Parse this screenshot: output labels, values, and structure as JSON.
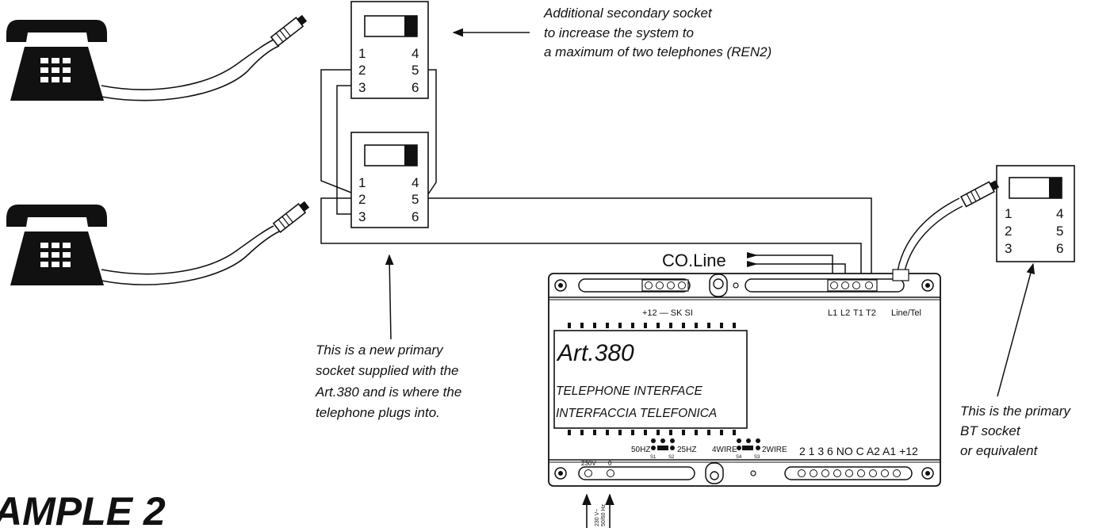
{
  "page_title": "AMPLE 2",
  "sockets": {
    "secondary": {
      "pins": [
        "1",
        "2",
        "3",
        "4",
        "5",
        "6"
      ]
    },
    "new_primary": {
      "pins": [
        "1",
        "2",
        "3",
        "4",
        "5",
        "6"
      ]
    },
    "bt_primary": {
      "pins": [
        "1",
        "2",
        "3",
        "4",
        "5",
        "6"
      ]
    }
  },
  "notes": {
    "secondary": [
      "Additional secondary socket",
      "to increase the system to",
      "a maximum of two telephones (REN2)"
    ],
    "new_primary": [
      "This is a new primary",
      "socket supplied with the",
      "Art.380 and is where the",
      "telephone plugs into."
    ],
    "bt_primary": [
      "This is the primary",
      "BT socket",
      "or equivalent"
    ]
  },
  "co_line": "CO.Line",
  "device": {
    "model": "Art.380",
    "line1": "TELEPHONE INTERFACE",
    "line2": "INTERFACCIA TELEFONICA",
    "top_left_terminals": "+12 — SK SI",
    "top_right_terminals": [
      "L1",
      "L2",
      "T1",
      "T2"
    ],
    "line_tel": "Line/Tel",
    "jumpers": {
      "hz50": "50HZ",
      "hz25": "25HZ",
      "s1": "S1",
      "s2": "S2",
      "wire4": "4WIRE",
      "wire2": "2WIRE",
      "s4": "S4",
      "s3": "S3"
    },
    "bottom_terminals": "2  1  3  6 NO  C  A2 A1 +12",
    "power": {
      "v230": "230V",
      "zero": "0",
      "rotated1": "230 V~",
      "rotated2": "50/60 Hz"
    }
  },
  "icons": [
    "telephone-icon",
    "telephone-icon"
  ]
}
